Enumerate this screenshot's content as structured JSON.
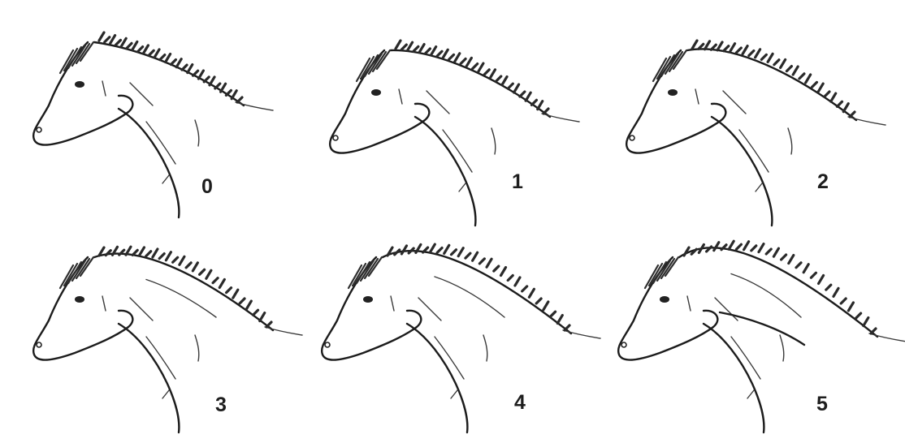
{
  "figure": {
    "panels": [
      {
        "label": "0",
        "condition_score": 0
      },
      {
        "label": "1",
        "condition_score": 1
      },
      {
        "label": "2",
        "condition_score": 2
      },
      {
        "label": "3",
        "condition_score": 3
      },
      {
        "label": "4",
        "condition_score": 4
      },
      {
        "label": "5",
        "condition_score": 5
      }
    ]
  }
}
